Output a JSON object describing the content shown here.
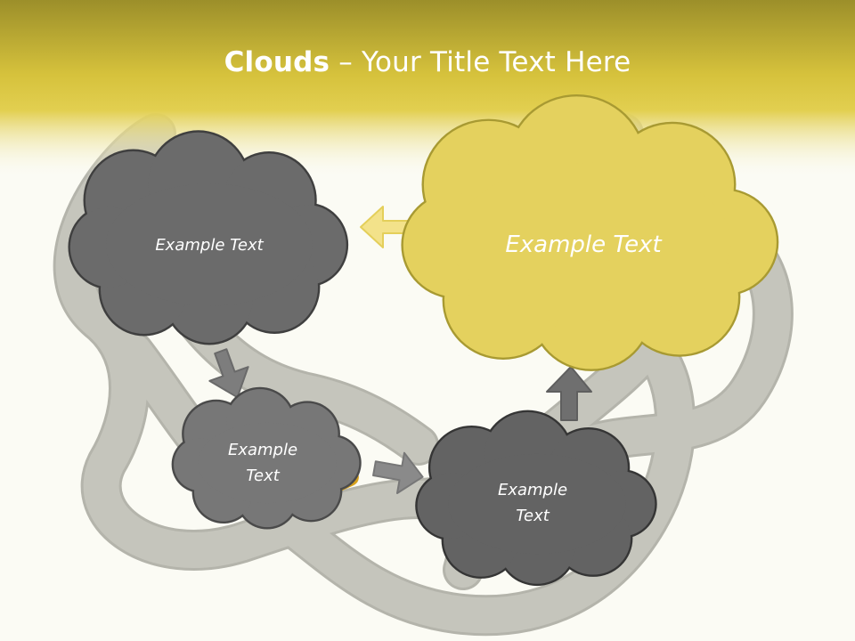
{
  "title": {
    "bold": "Clouds",
    "dash": " – ",
    "rest": "Your Title Text Here"
  },
  "clouds": [
    {
      "label": "Example Text",
      "color": "#6b6b6b"
    },
    {
      "label": "Example Text",
      "color": "#e4d15e"
    },
    {
      "label": "Example\nText",
      "color": "#777777"
    },
    {
      "label": "Example\nText",
      "color": "#636363"
    }
  ],
  "colors": {
    "header": "#c9b63a",
    "road": "#8a8a82",
    "arrow_yellow": "#ecd96a",
    "arrow_gray": "#7d7d7d"
  }
}
